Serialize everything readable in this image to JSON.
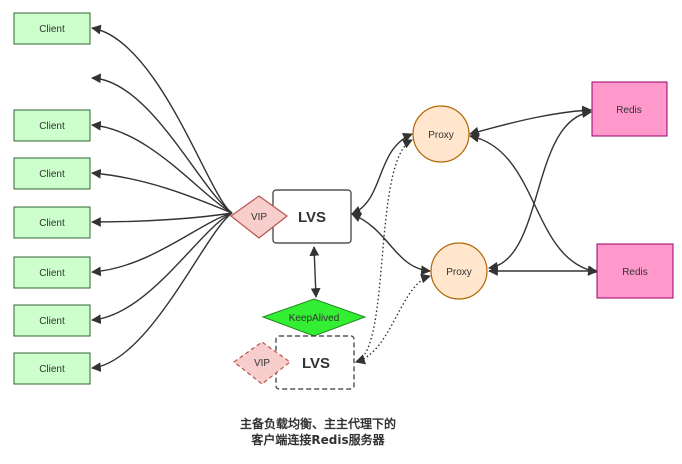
{
  "diagram": {
    "clients": [
      "Client",
      "Client",
      "Client",
      "Client",
      "Client",
      "Client",
      "Client"
    ],
    "vip_label": "VIP",
    "lvs_label": "LVS",
    "keepalived_label": "KeepAlived",
    "proxy_label": "Proxy",
    "redis_label": "Redis",
    "caption": [
      "主备负载均衡、主主代理下的",
      "客户端连接Redis服务器"
    ],
    "colors": {
      "client_fill": "#ccffcc",
      "client_stroke": "#336633",
      "vip_fill": "#f8cecc",
      "vip_stroke": "#b85450",
      "lvs_fill": "#ffffff",
      "keepalived_fill": "#33ee33",
      "proxy_fill": "#ffe6cc",
      "proxy_stroke": "#b46504",
      "redis_fill": "#ff99cc",
      "redis_stroke": "#990066",
      "line": "#333333"
    }
  }
}
